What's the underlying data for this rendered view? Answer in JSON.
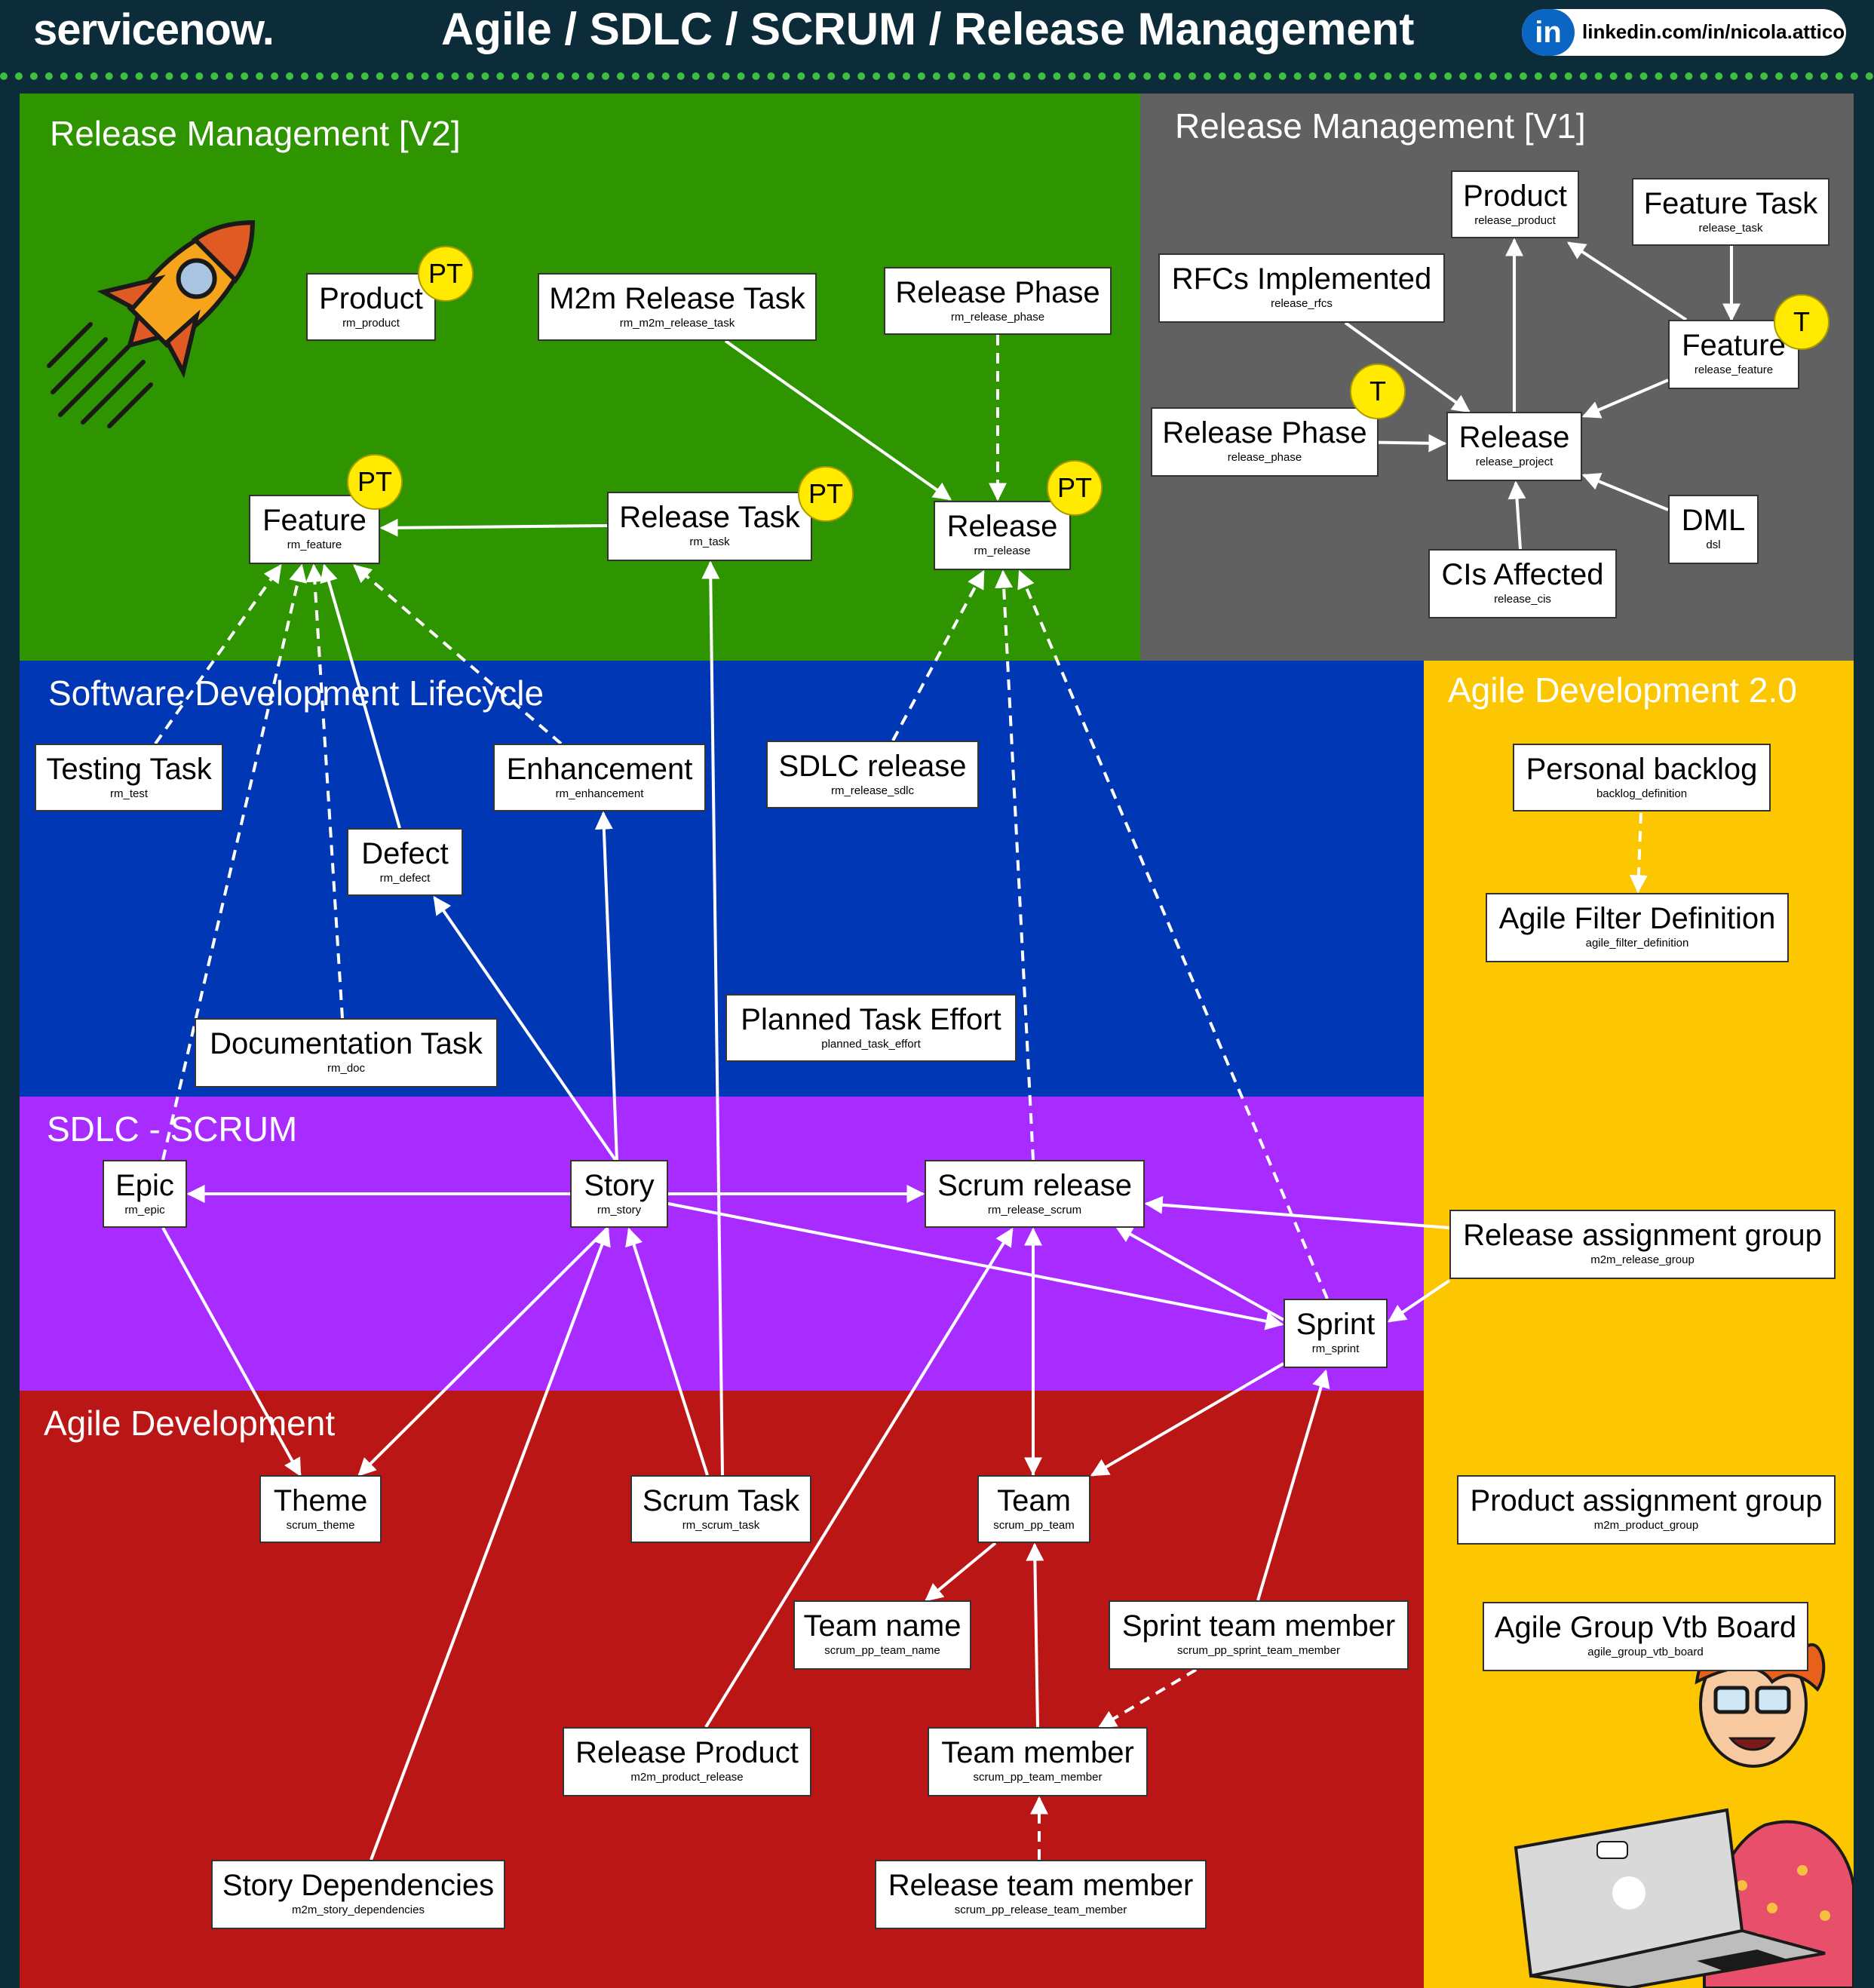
{
  "header": {
    "logo": "servicenow.",
    "title": "Agile / SDLC / SCRUM / Release Management",
    "linkedin_label": "in",
    "linkedin_url": "linkedin.com/in/nicola.attico"
  },
  "colors": {
    "header_bg": "#0d2c3a",
    "release_v2": "#2e9500",
    "release_v1": "#616161",
    "sdlc": "#0037b4",
    "scrum": "#a82cff",
    "agile": "#bb1616",
    "agile_2": "#fcc600",
    "badge": "#ffea00"
  },
  "panels": {
    "release_v2": "Release Management [V2]",
    "release_v1": "Release Management [V1]",
    "sdlc": "Software Development Lifecycle",
    "scrum": "SDLC - SCRUM",
    "agile": "Agile Development",
    "agile_2": "Agile Development 2.0"
  },
  "tables": {
    "product_v2": {
      "name": "Product",
      "table": "rm_product"
    },
    "m2m_release_task": {
      "name": "M2m Release Task",
      "table": "rm_m2m_release_task"
    },
    "release_phase_v2": {
      "name": "Release Phase",
      "table": "rm_release_phase"
    },
    "feature_v2": {
      "name": "Feature",
      "table": "rm_feature"
    },
    "release_task_v2": {
      "name": "Release Task",
      "table": "rm_task"
    },
    "release_v2": {
      "name": "Release",
      "table": "rm_release"
    },
    "product_v1": {
      "name": "Product",
      "table": "release_product"
    },
    "feature_task_v1": {
      "name": "Feature Task",
      "table": "release_task"
    },
    "rfcs_v1": {
      "name": "RFCs Implemented",
      "table": "release_rfcs"
    },
    "feature_v1": {
      "name": "Feature",
      "table": "release_feature"
    },
    "release_phase_v1": {
      "name": "Release Phase",
      "table": "release_phase"
    },
    "release_v1": {
      "name": "Release",
      "table": "release_project"
    },
    "dml_v1": {
      "name": "DML",
      "table": "dsl"
    },
    "cis_v1": {
      "name": "CIs Affected",
      "table": "release_cis"
    },
    "testing_task": {
      "name": "Testing Task",
      "table": "rm_test"
    },
    "enhancement": {
      "name": "Enhancement",
      "table": "rm_enhancement"
    },
    "sdlc_release": {
      "name": "SDLC release",
      "table": "rm_release_sdlc"
    },
    "defect": {
      "name": "Defect",
      "table": "rm_defect"
    },
    "documentation_task": {
      "name": "Documentation Task",
      "table": "rm_doc"
    },
    "planned_task_effort": {
      "name": "Planned Task Effort",
      "table": "planned_task_effort"
    },
    "personal_backlog": {
      "name": "Personal backlog",
      "table": "backlog_definition"
    },
    "agile_filter_definition": {
      "name": "Agile Filter Definition",
      "table": "agile_filter_definition"
    },
    "epic": {
      "name": "Epic",
      "table": "rm_epic"
    },
    "story": {
      "name": "Story",
      "table": "rm_story"
    },
    "scrum_release": {
      "name": "Scrum release",
      "table": "rm_release_scrum"
    },
    "release_assignment_group": {
      "name": "Release assignment group",
      "table": "m2m_release_group"
    },
    "sprint": {
      "name": "Sprint",
      "table": "rm_sprint"
    },
    "theme": {
      "name": "Theme",
      "table": "scrum_theme"
    },
    "scrum_task": {
      "name": "Scrum Task",
      "table": "rm_scrum_task"
    },
    "team": {
      "name": "Team",
      "table": "scrum_pp_team"
    },
    "product_assignment_group": {
      "name": "Product assignment group",
      "table": "m2m_product_group"
    },
    "team_name": {
      "name": "Team name",
      "table": "scrum_pp_team_name"
    },
    "sprint_team_member": {
      "name": "Sprint team member",
      "table": "scrum_pp_sprint_team_member"
    },
    "agile_group_vtb_board": {
      "name": "Agile Group Vtb Board",
      "table": "agile_group_vtb_board"
    },
    "release_product": {
      "name": "Release Product",
      "table": "m2m_product_release"
    },
    "team_member": {
      "name": "Team member",
      "table": "scrum_pp_team_member"
    },
    "story_dependencies": {
      "name": "Story Dependencies",
      "table": "m2m_story_dependencies"
    },
    "release_team_member": {
      "name": "Release team member",
      "table": "scrum_pp_release_team_member"
    }
  },
  "badges": {
    "product_v2": "PT",
    "feature_v2": "PT",
    "release_task_v2": "PT",
    "release_v2": "PT",
    "feature_v1": "T",
    "release_phase_v1": "T"
  }
}
